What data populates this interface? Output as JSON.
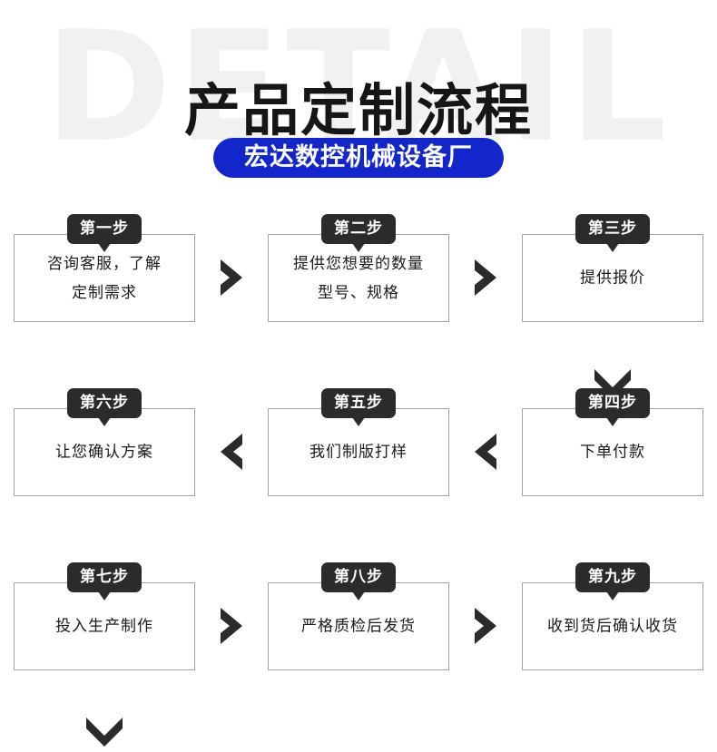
{
  "header": {
    "watermark": "DETAIL",
    "title": "产品定制流程",
    "brand": "宏达数控机械设备厂",
    "brand_color": "#1226cc",
    "watermark_color": "#f1f1f1",
    "title_color": "#161616"
  },
  "flow": {
    "badge_color": "#2b2b2b",
    "box_border_color": "#a3a3a3",
    "arrow_color": "#2b2b2b",
    "rows": [
      {
        "direction": "left-to-right",
        "connectors": [
          "chevron-right-icon",
          "chevron-right-icon"
        ],
        "steps": [
          {
            "badge": "第一步",
            "text": "咨询客服，了解\n定制需求",
            "lines": 2
          },
          {
            "badge": "第二步",
            "text": "提供您想要的数量\n型号、规格",
            "lines": 2
          },
          {
            "badge": "第三步",
            "text": "提供报价",
            "lines": 1
          }
        ]
      },
      {
        "direction": "right-to-left",
        "connectors": [
          "chevron-left-icon",
          "chevron-left-icon"
        ],
        "steps": [
          {
            "badge": "第六步",
            "text": "让您确认方案",
            "lines": 1
          },
          {
            "badge": "第五步",
            "text": "我们制版打样",
            "lines": 1
          },
          {
            "badge": "第四步",
            "text": "下单付款",
            "lines": 1
          }
        ]
      },
      {
        "direction": "left-to-right",
        "connectors": [
          "chevron-right-icon",
          "chevron-right-icon"
        ],
        "steps": [
          {
            "badge": "第七步",
            "text": "投入生产制作",
            "lines": 1
          },
          {
            "badge": "第八步",
            "text": "严格质检后发货",
            "lines": 1
          },
          {
            "badge": "第九步",
            "text": "收到货后确认收货",
            "lines": 1
          }
        ]
      }
    ],
    "vertical_connectors": [
      {
        "icon": "chevron-down-icon",
        "position": "right",
        "between": "row1-row2"
      },
      {
        "icon": "chevron-down-icon",
        "position": "left",
        "between": "row2-row3"
      }
    ]
  }
}
